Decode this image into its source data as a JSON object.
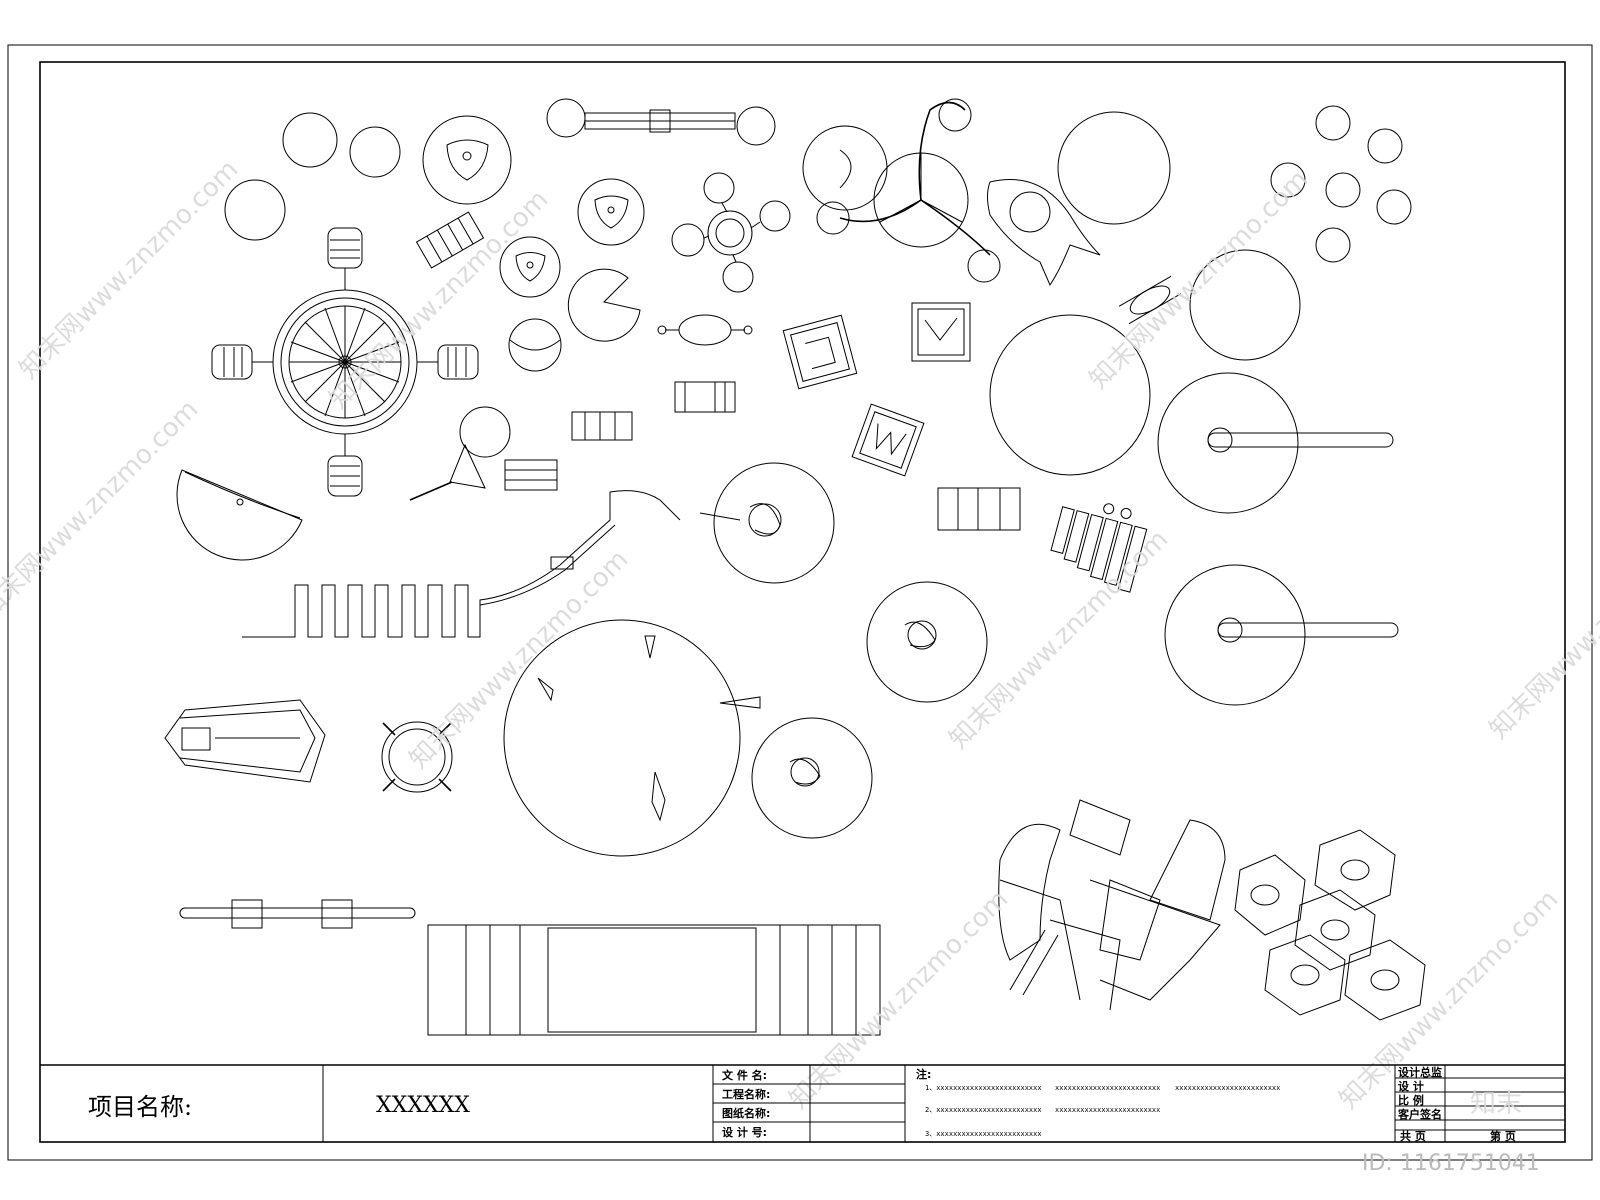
{
  "title_block": {
    "project_label": "项目名称:",
    "project_value": "XXXXXX",
    "file_name_label": "文 件 名:",
    "project_name_label": "工程名称:",
    "drawing_name_label": "图纸名称:",
    "design_no_label": "设 计 号:",
    "notes_label": "注:",
    "notes": [
      "1、xxxxxxxxxxxxxxxxxxxxxxxxx",
      "xxxxxxxxxxxxxxxxxxxxxxxxx",
      "xxxxxxxxxxxxxxxxxxxxxxxxx",
      "2、xxxxxxxxxxxxxxxxxxxxxxxxx",
      "xxxxxxxxxxxxxxxxxxxxxxxxx",
      "3、xxxxxxxxxxxxxxxxxxxxxxxxx"
    ],
    "design_chief_label": "设计总监",
    "design_label": "设    计",
    "scale_label": "比    例",
    "client_sign_label": "客户签名",
    "total_pages_label": "共      页",
    "page_no_label": "第      页"
  },
  "watermark": {
    "text": "知末网www.znzmo.com",
    "logo_text": "知末",
    "id_text": "ID: 1161751041"
  }
}
